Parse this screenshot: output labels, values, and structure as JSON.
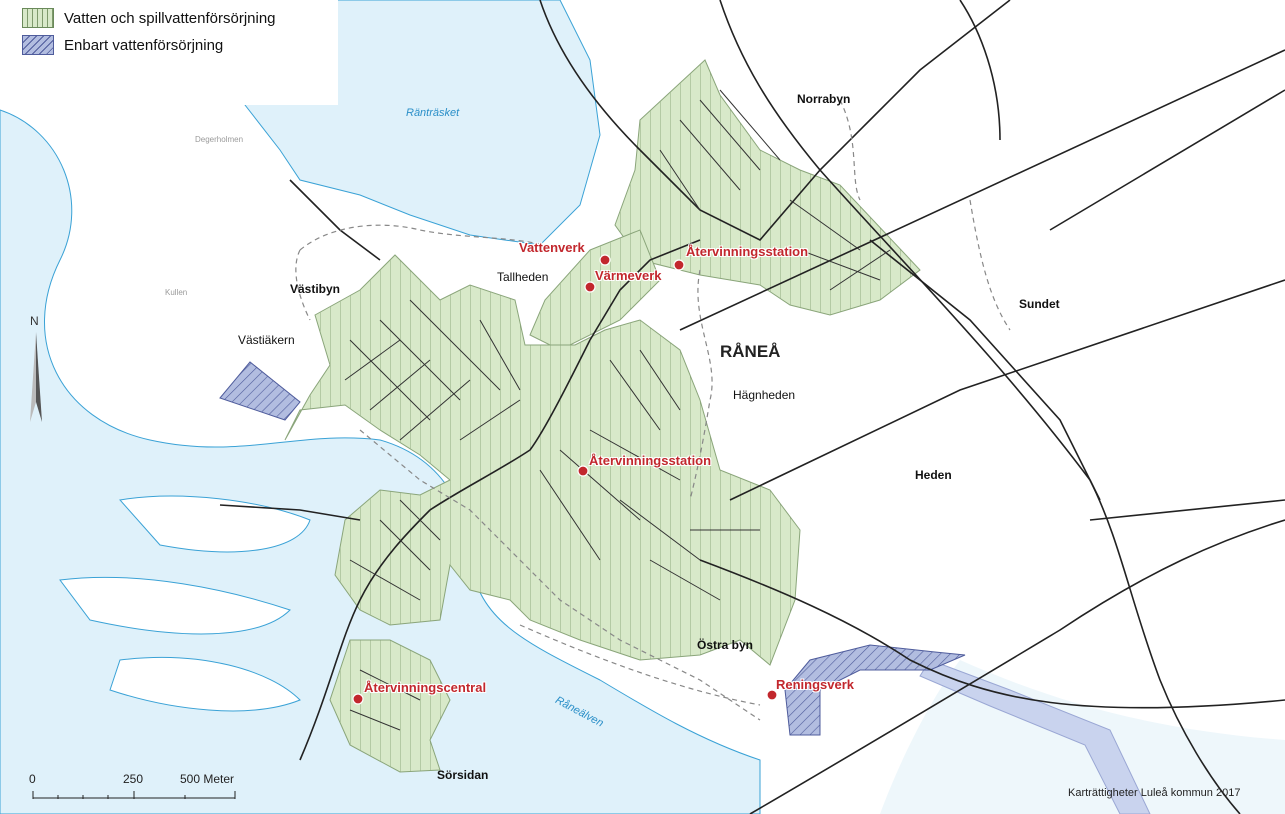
{
  "legend": {
    "items": [
      {
        "label": "Vatten och spillvattenförsörjning",
        "color": "#d8e9c9"
      },
      {
        "label": "Enbart vattenförsörjning",
        "color": "#b2bde0"
      }
    ]
  },
  "map": {
    "town": "RÅNEÅ",
    "lake": "Ränträsket",
    "river": "Råneälven",
    "places_bold": [
      "Norrabyn",
      "Västibyn",
      "Sundet",
      "Heden",
      "Östra byn",
      "Sörsidan"
    ],
    "places": [
      "Tallheden",
      "Västiäkern",
      "Hägnheden"
    ],
    "places_small": [
      "Degerholmen",
      "Kullen"
    ],
    "facilities": [
      "Vattenverk",
      "Värmeverk",
      "Återvinningsstation",
      "Återvinningsstation",
      "Återvinningscentral",
      "Reningsverk"
    ]
  },
  "scale": {
    "labels": [
      "0",
      "250",
      "500 Meter"
    ]
  },
  "north": "N",
  "credit": "Karträttigheter Luleå kommun 2017",
  "colors": {
    "water": "#dff1fa",
    "shore": "#3aa2d6",
    "service": "#d8e9c9",
    "water_only": "#b2bde0",
    "facility": "#c2272d"
  }
}
